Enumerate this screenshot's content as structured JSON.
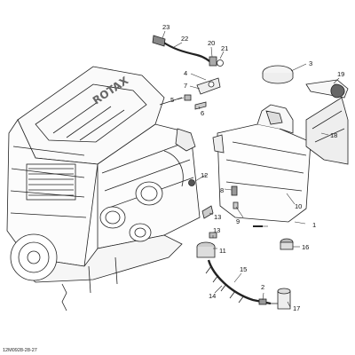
{
  "diagram": {
    "reference_code": "12M0928-28-27",
    "engine_brand": "ROTAX",
    "callouts": [
      {
        "id": "c1",
        "label": "1"
      },
      {
        "id": "c2",
        "label": "2"
      },
      {
        "id": "c3",
        "label": "3"
      },
      {
        "id": "c4",
        "label": "4"
      },
      {
        "id": "c5",
        "label": "5"
      },
      {
        "id": "c6",
        "label": "6"
      },
      {
        "id": "c7",
        "label": "7"
      },
      {
        "id": "c8",
        "label": "8"
      },
      {
        "id": "c9",
        "label": "9"
      },
      {
        "id": "c10",
        "label": "10"
      },
      {
        "id": "c11",
        "label": "11"
      },
      {
        "id": "c12",
        "label": "12"
      },
      {
        "id": "c13a",
        "label": "13"
      },
      {
        "id": "c13b",
        "label": "13"
      },
      {
        "id": "c14",
        "label": "14"
      },
      {
        "id": "c15",
        "label": "15"
      },
      {
        "id": "c16",
        "label": "16"
      },
      {
        "id": "c17",
        "label": "17"
      },
      {
        "id": "c18",
        "label": "18"
      },
      {
        "id": "c19",
        "label": "19"
      },
      {
        "id": "c20",
        "label": "20"
      },
      {
        "id": "c21",
        "label": "21"
      },
      {
        "id": "c22",
        "label": "22"
      },
      {
        "id": "c23",
        "label": "23"
      }
    ]
  }
}
